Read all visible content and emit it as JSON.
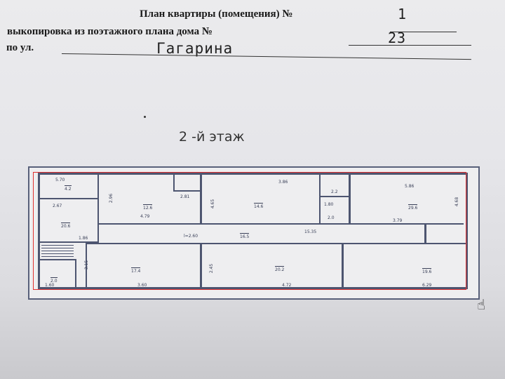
{
  "header": {
    "title": "План квартиры (помещения) №",
    "apartment_no": "1",
    "subtitle": "выкопировка из поэтажного плана дома №",
    "house_no": "23",
    "street_label": "по ул.",
    "street": "Гагарина"
  },
  "floor_label": "2 -й этаж",
  "plan": {
    "areas": [
      "4.2",
      "20.6",
      "12.6",
      "2.81",
      "14.6",
      "2.2",
      "2.0",
      "29.6",
      "16.5",
      "17.4",
      "20.2",
      "19.6",
      "2.0"
    ],
    "dims": [
      "5.70",
      "3.86",
      "4.79",
      "2.67",
      "1.86",
      "l=2.60",
      "15.35",
      "1.80",
      "3.79",
      "5.86",
      "3.60",
      "4.72",
      "6.29",
      "1.60",
      "2.96",
      "4.65",
      "4.68",
      "3.15",
      "2.45"
    ]
  },
  "cursor": "hand-pointer-icon"
}
